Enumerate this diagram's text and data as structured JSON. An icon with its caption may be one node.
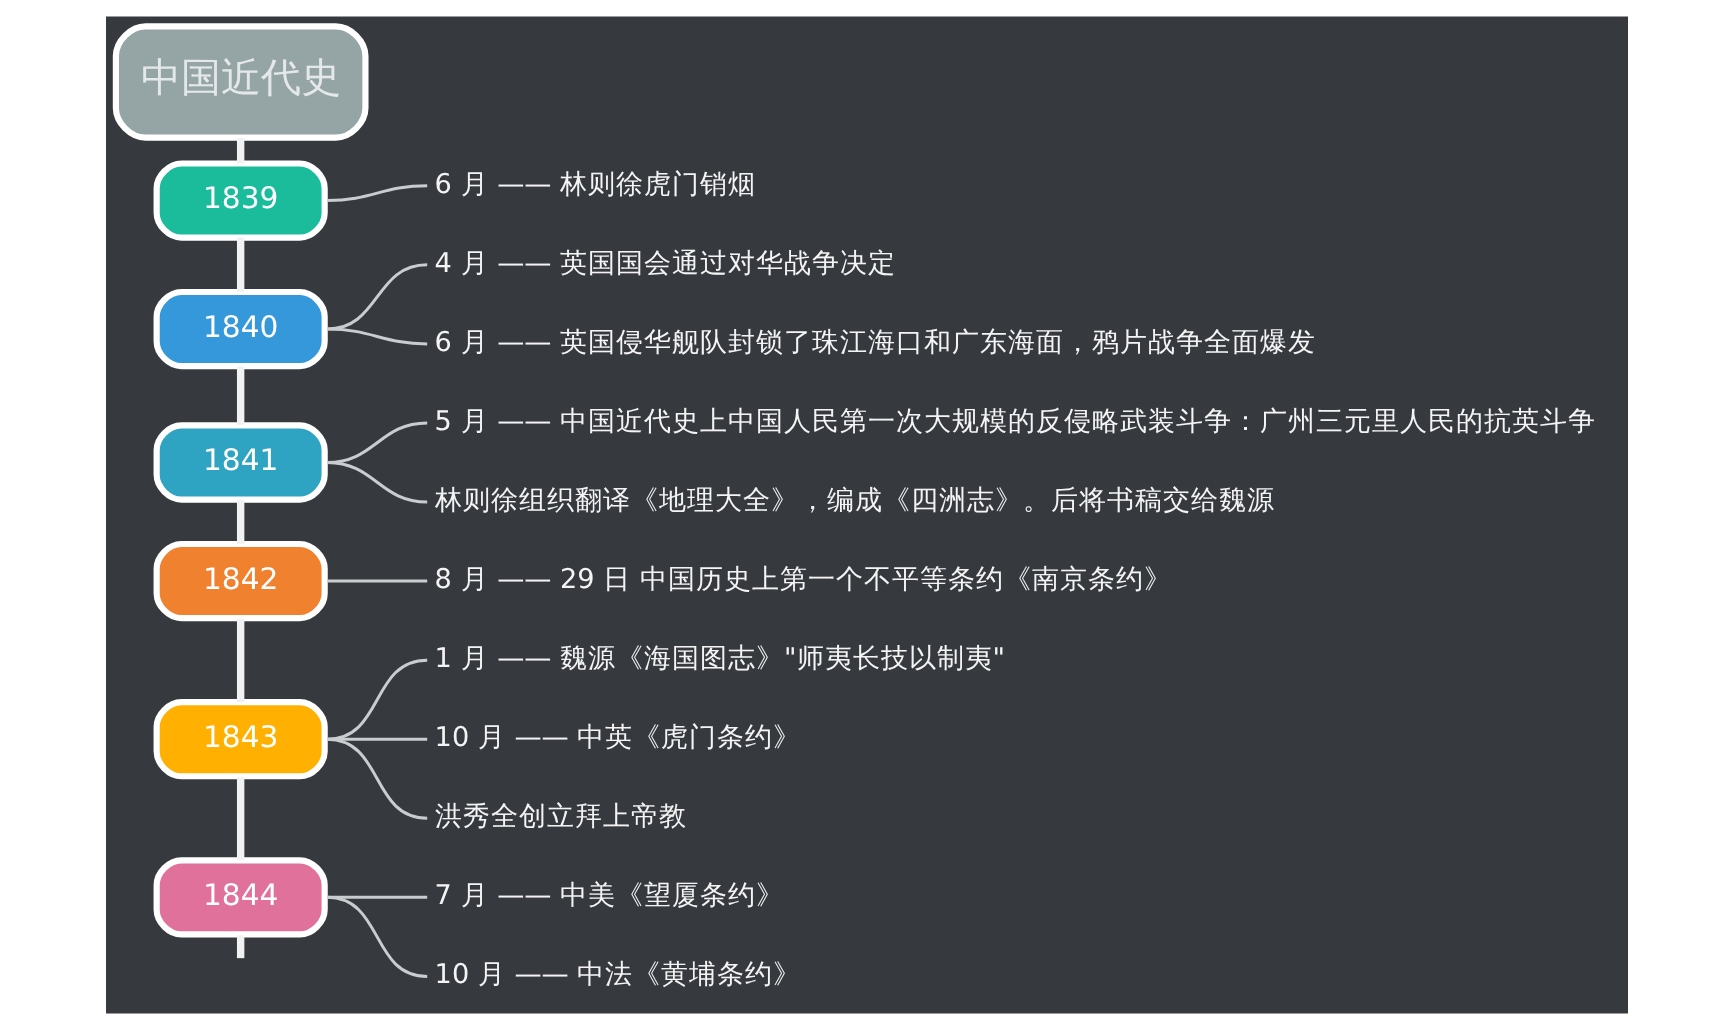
{
  "diagram": {
    "nodes": [
      {
        "text": [
          "中国近代史"
        ]
      },
      {
        "text": [
          "1839"
        ]
      },
      {
        "text": [
          "6 月 —— 林则徐虎门销烟"
        ]
      },
      {
        "text": [
          "1840"
        ]
      },
      {
        "text": [
          "4 月 —— 英国国会通过对华战争决定"
        ]
      },
      {
        "text": [
          "6 月 —— 英国侵华舰队封锁了珠江海口和广东海面，鸦片战争全面爆发"
        ]
      },
      {
        "text": [
          "1841"
        ]
      },
      {
        "text": [
          "5 月 —— 中国近代史上中国人民第一次大规模的反侵略武装斗争：广州三元里人民的抗英斗争"
        ]
      },
      {
        "text": [
          "林则徐组织翻译《地理大全》，编成《四洲志》。后将书稿交给魏源"
        ]
      },
      {
        "text": [
          "1842"
        ]
      },
      {
        "text": [
          "8 月 —— 29 日 中国历史上第一个不平等条约《南京条约》"
        ]
      },
      {
        "text": [
          "1843"
        ]
      },
      {
        "text": [
          "1 月 —— 魏源《海国图志》\"师夷长技以制夷\""
        ]
      },
      {
        "text": [
          "10 月 —— 中英《虎门条约》"
        ]
      },
      {
        "text": [
          "洪秀全创立拜上帝教"
        ]
      },
      {
        "text": [
          "1844"
        ]
      },
      {
        "text": [
          "7 月 —— 中美《望厦条约》"
        ]
      },
      {
        "text": [
          "10 月 —— 中法《黄埔条约》"
        ]
      }
    ],
    "edges": [
      {
        "from": 0,
        "to": 1,
        "arrow": "none",
        "style": "thick",
        "color": "#f2f2f2"
      },
      {
        "from": 1,
        "to": 3,
        "arrow": "none",
        "style": "thick",
        "color": "#f2f2f2"
      },
      {
        "from": 3,
        "to": 6,
        "arrow": "none",
        "style": "thick",
        "color": "#f2f2f2"
      },
      {
        "from": 6,
        "to": 9,
        "arrow": "none",
        "style": "thick",
        "color": "#f2f2f2"
      },
      {
        "from": 9,
        "to": 11,
        "arrow": "none",
        "style": "thick",
        "color": "#f2f2f2"
      },
      {
        "from": 11,
        "to": 15,
        "arrow": "none",
        "style": "thick",
        "color": "#f2f2f2"
      },
      {
        "from": 15,
        "to": null,
        "arrow": "none",
        "style": "thick",
        "color": "#f2f2f2"
      },
      {
        "from": 1,
        "to": 2,
        "arrow": "none"
      },
      {
        "from": 3,
        "to": 4,
        "arrow": "none"
      },
      {
        "from": 3,
        "to": 5,
        "arrow": "none"
      },
      {
        "from": 6,
        "to": 7,
        "arrow": "none"
      },
      {
        "from": 6,
        "to": 8,
        "arrow": "none"
      },
      {
        "from": 9,
        "to": 10,
        "arrow": "none"
      },
      {
        "from": 11,
        "to": 12,
        "arrow": "none"
      },
      {
        "from": 11,
        "to": 13,
        "arrow": "none"
      },
      {
        "from": 11,
        "to": 14,
        "arrow": "none"
      },
      {
        "from": 15,
        "to": 16,
        "arrow": "none"
      },
      {
        "from": 15,
        "to": 17,
        "arrow": "none"
      }
    ]
  }
}
